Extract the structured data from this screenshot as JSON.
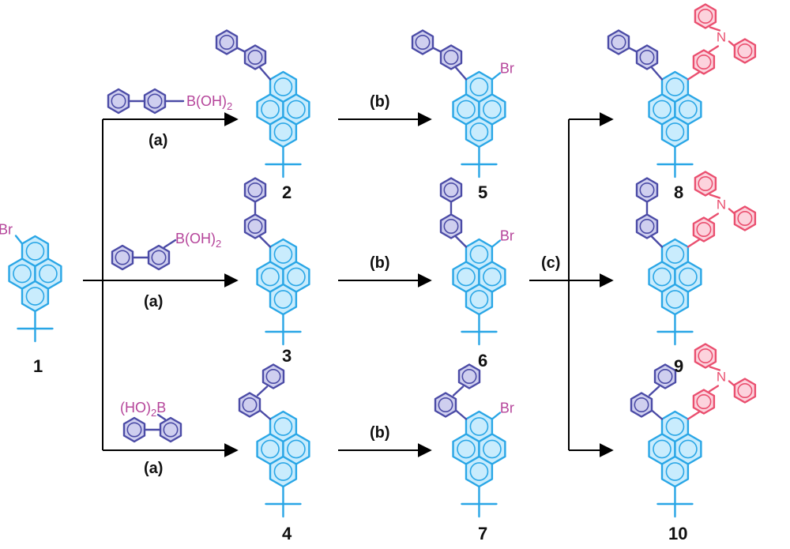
{
  "colors": {
    "pyrene": "#29a6e6",
    "pyrene_fill": "#c9ecfd",
    "biphenyl": "#4b4ba6",
    "biphenyl_fill": "#cfcfef",
    "amine": "#ea4f6f",
    "amine_fill": "#fcd3dd",
    "reagent_text": "#b5449a"
  },
  "compounds": [
    {
      "id": "1",
      "label": "1",
      "substituent": "Br",
      "aryl": ""
    },
    {
      "id": "2",
      "label": "2",
      "aryl": "para-biphenyl"
    },
    {
      "id": "3",
      "label": "3",
      "aryl": "meta-biphenyl"
    },
    {
      "id": "4",
      "label": "4",
      "aryl": "ortho-biphenyl"
    },
    {
      "id": "5",
      "label": "5",
      "substituent": "Br",
      "aryl": "para-biphenyl"
    },
    {
      "id": "6",
      "label": "6",
      "substituent": "Br",
      "aryl": "meta-biphenyl"
    },
    {
      "id": "7",
      "label": "7",
      "substituent": "Br",
      "aryl": "ortho-biphenyl"
    },
    {
      "id": "8",
      "label": "8",
      "aryl": "para-biphenyl",
      "amine": "triphenylamine"
    },
    {
      "id": "9",
      "label": "9",
      "aryl": "meta-biphenyl",
      "amine": "triphenylamine"
    },
    {
      "id": "10",
      "label": "10",
      "aryl": "ortho-biphenyl",
      "amine": "triphenylamine"
    }
  ],
  "atoms": {
    "br": "Br",
    "n": "N"
  },
  "reagents": {
    "top": {
      "text": "B(OH)",
      "subscript": "2"
    },
    "middle": {
      "text": "B(OH)",
      "subscript": "2"
    },
    "bottom": {
      "text": "(HO)",
      "subscript": "2",
      "suffix": "B"
    }
  },
  "conditions": {
    "a_top": "(a)",
    "a_mid": "(a)",
    "a_bot": "(a)",
    "b_top": "(b)",
    "b_mid": "(b)",
    "b_bot": "(b)",
    "c": "(c)"
  }
}
